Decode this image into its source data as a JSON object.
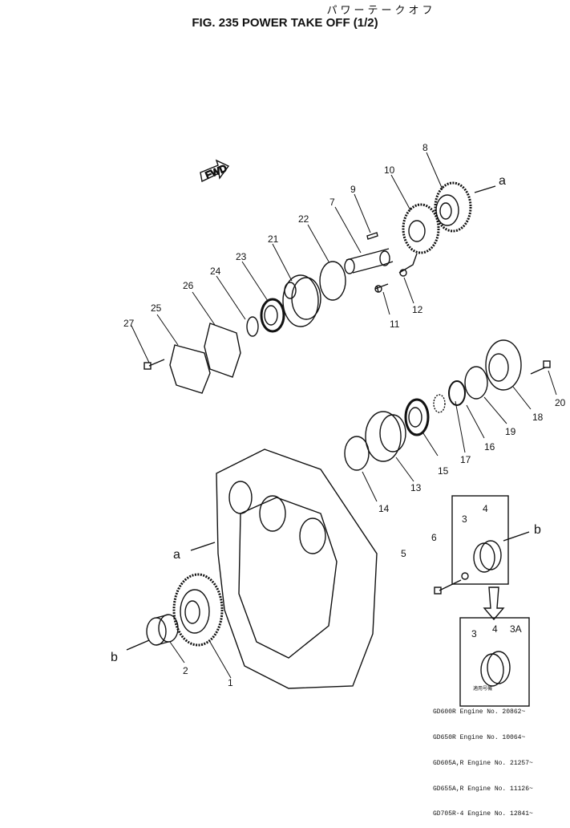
{
  "title_jp": "パワーテークオフ",
  "title_en": "FIG. 235  POWER TAKE OFF (1/2)",
  "fwd_label": "FWD",
  "part_labels": [
    "1",
    "2",
    "3",
    "4",
    "5",
    "6",
    "7",
    "8",
    "9",
    "10",
    "11",
    "12",
    "13",
    "14",
    "15",
    "16",
    "17",
    "18",
    "19",
    "20",
    "21",
    "22",
    "23",
    "24",
    "25",
    "26",
    "27"
  ],
  "inset_labels": [
    "3",
    "4",
    "3A"
  ],
  "view_labels": [
    "a",
    "a",
    "b",
    "b"
  ],
  "serial_heading": "適用号機",
  "serial_table": [
    {
      "model": "GD600R",
      "text": "Engine No. 20862~"
    },
    {
      "model": "GD650R",
      "text": "Engine No. 10064~"
    },
    {
      "model": "GD605A,R",
      "text": "Engine No. 21257~"
    },
    {
      "model": "GD655A,R",
      "text": "Engine No. 11126~"
    },
    {
      "model": "GD705R-4",
      "text": "Engine No. 12841~"
    }
  ]
}
